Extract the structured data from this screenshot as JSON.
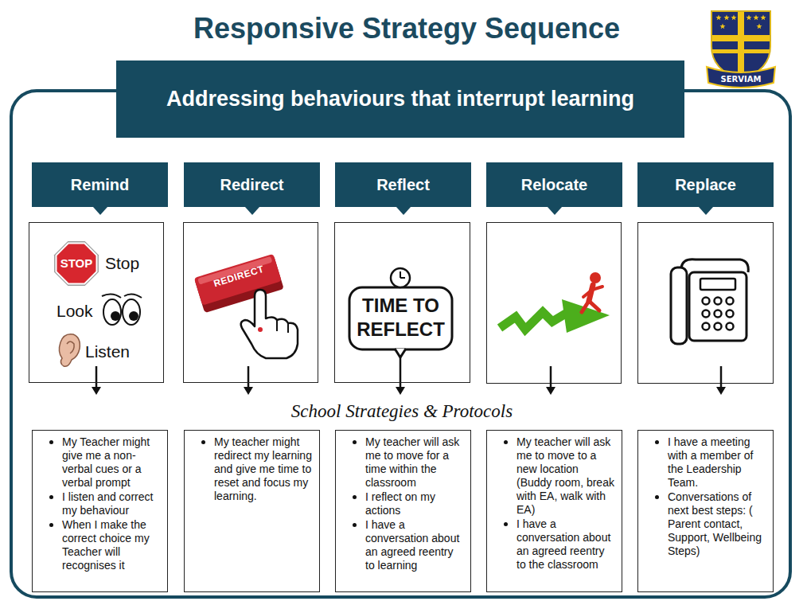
{
  "diagram": {
    "title": "Responsive Strategy Sequence",
    "nodes": [
      {
        "text": [
          "Addressing behaviours that interrupt learning"
        ]
      },
      {
        "text": [
          "School Strategies & Protocols"
        ]
      },
      {
        "text": [
          "Remind"
        ],
        "in": 1
      },
      {
        "text": [
          "Redirect"
        ],
        "in": 1
      },
      {
        "text": [
          "Reflect"
        ],
        "in": 1
      },
      {
        "text": [
          "Relocate"
        ],
        "in": 1
      },
      {
        "text": [
          "Replace"
        ],
        "in": 1
      },
      {
        "text": [
          "STOP",
          "Stop",
          "Look",
          "Listen"
        ],
        "in": 1
      },
      {
        "text": [
          "REDIRECT"
        ],
        "in": 1
      },
      {
        "text": [
          "TIME TO REFLECT"
        ],
        "in": 1
      },
      {
        "text": [
          "My Teacher might give me a non-verbal cues or a verbal prompt",
          "I listen and correct my behaviour",
          "When I make the correct choice my Teacher will recognises it"
        ],
        "in": 1
      },
      {
        "text": [
          "My teacher might redirect my learning and give me time to reset and focus my learning."
        ],
        "in": 1
      },
      {
        "text": [
          "My teacher will ask me to move for a time within the classroom",
          "I reflect on my actions",
          "I have a conversation about an agreed reentry to learning"
        ],
        "in": 1
      },
      {
        "text": [
          "My teacher will ask me to move to a new location (Buddy room, break with EA, walk with EA)",
          "I have a conversation about an agreed reentry to the classroom"
        ],
        "in": 1
      },
      {
        "text": [
          "I have a meeting with a member of the Leadership Team.",
          "Conversations of next best steps: ( Parent contact, Support, Wellbeing Steps)"
        ],
        "in": 1
      }
    ],
    "labels": [
      "SERVIAM"
    ]
  }
}
